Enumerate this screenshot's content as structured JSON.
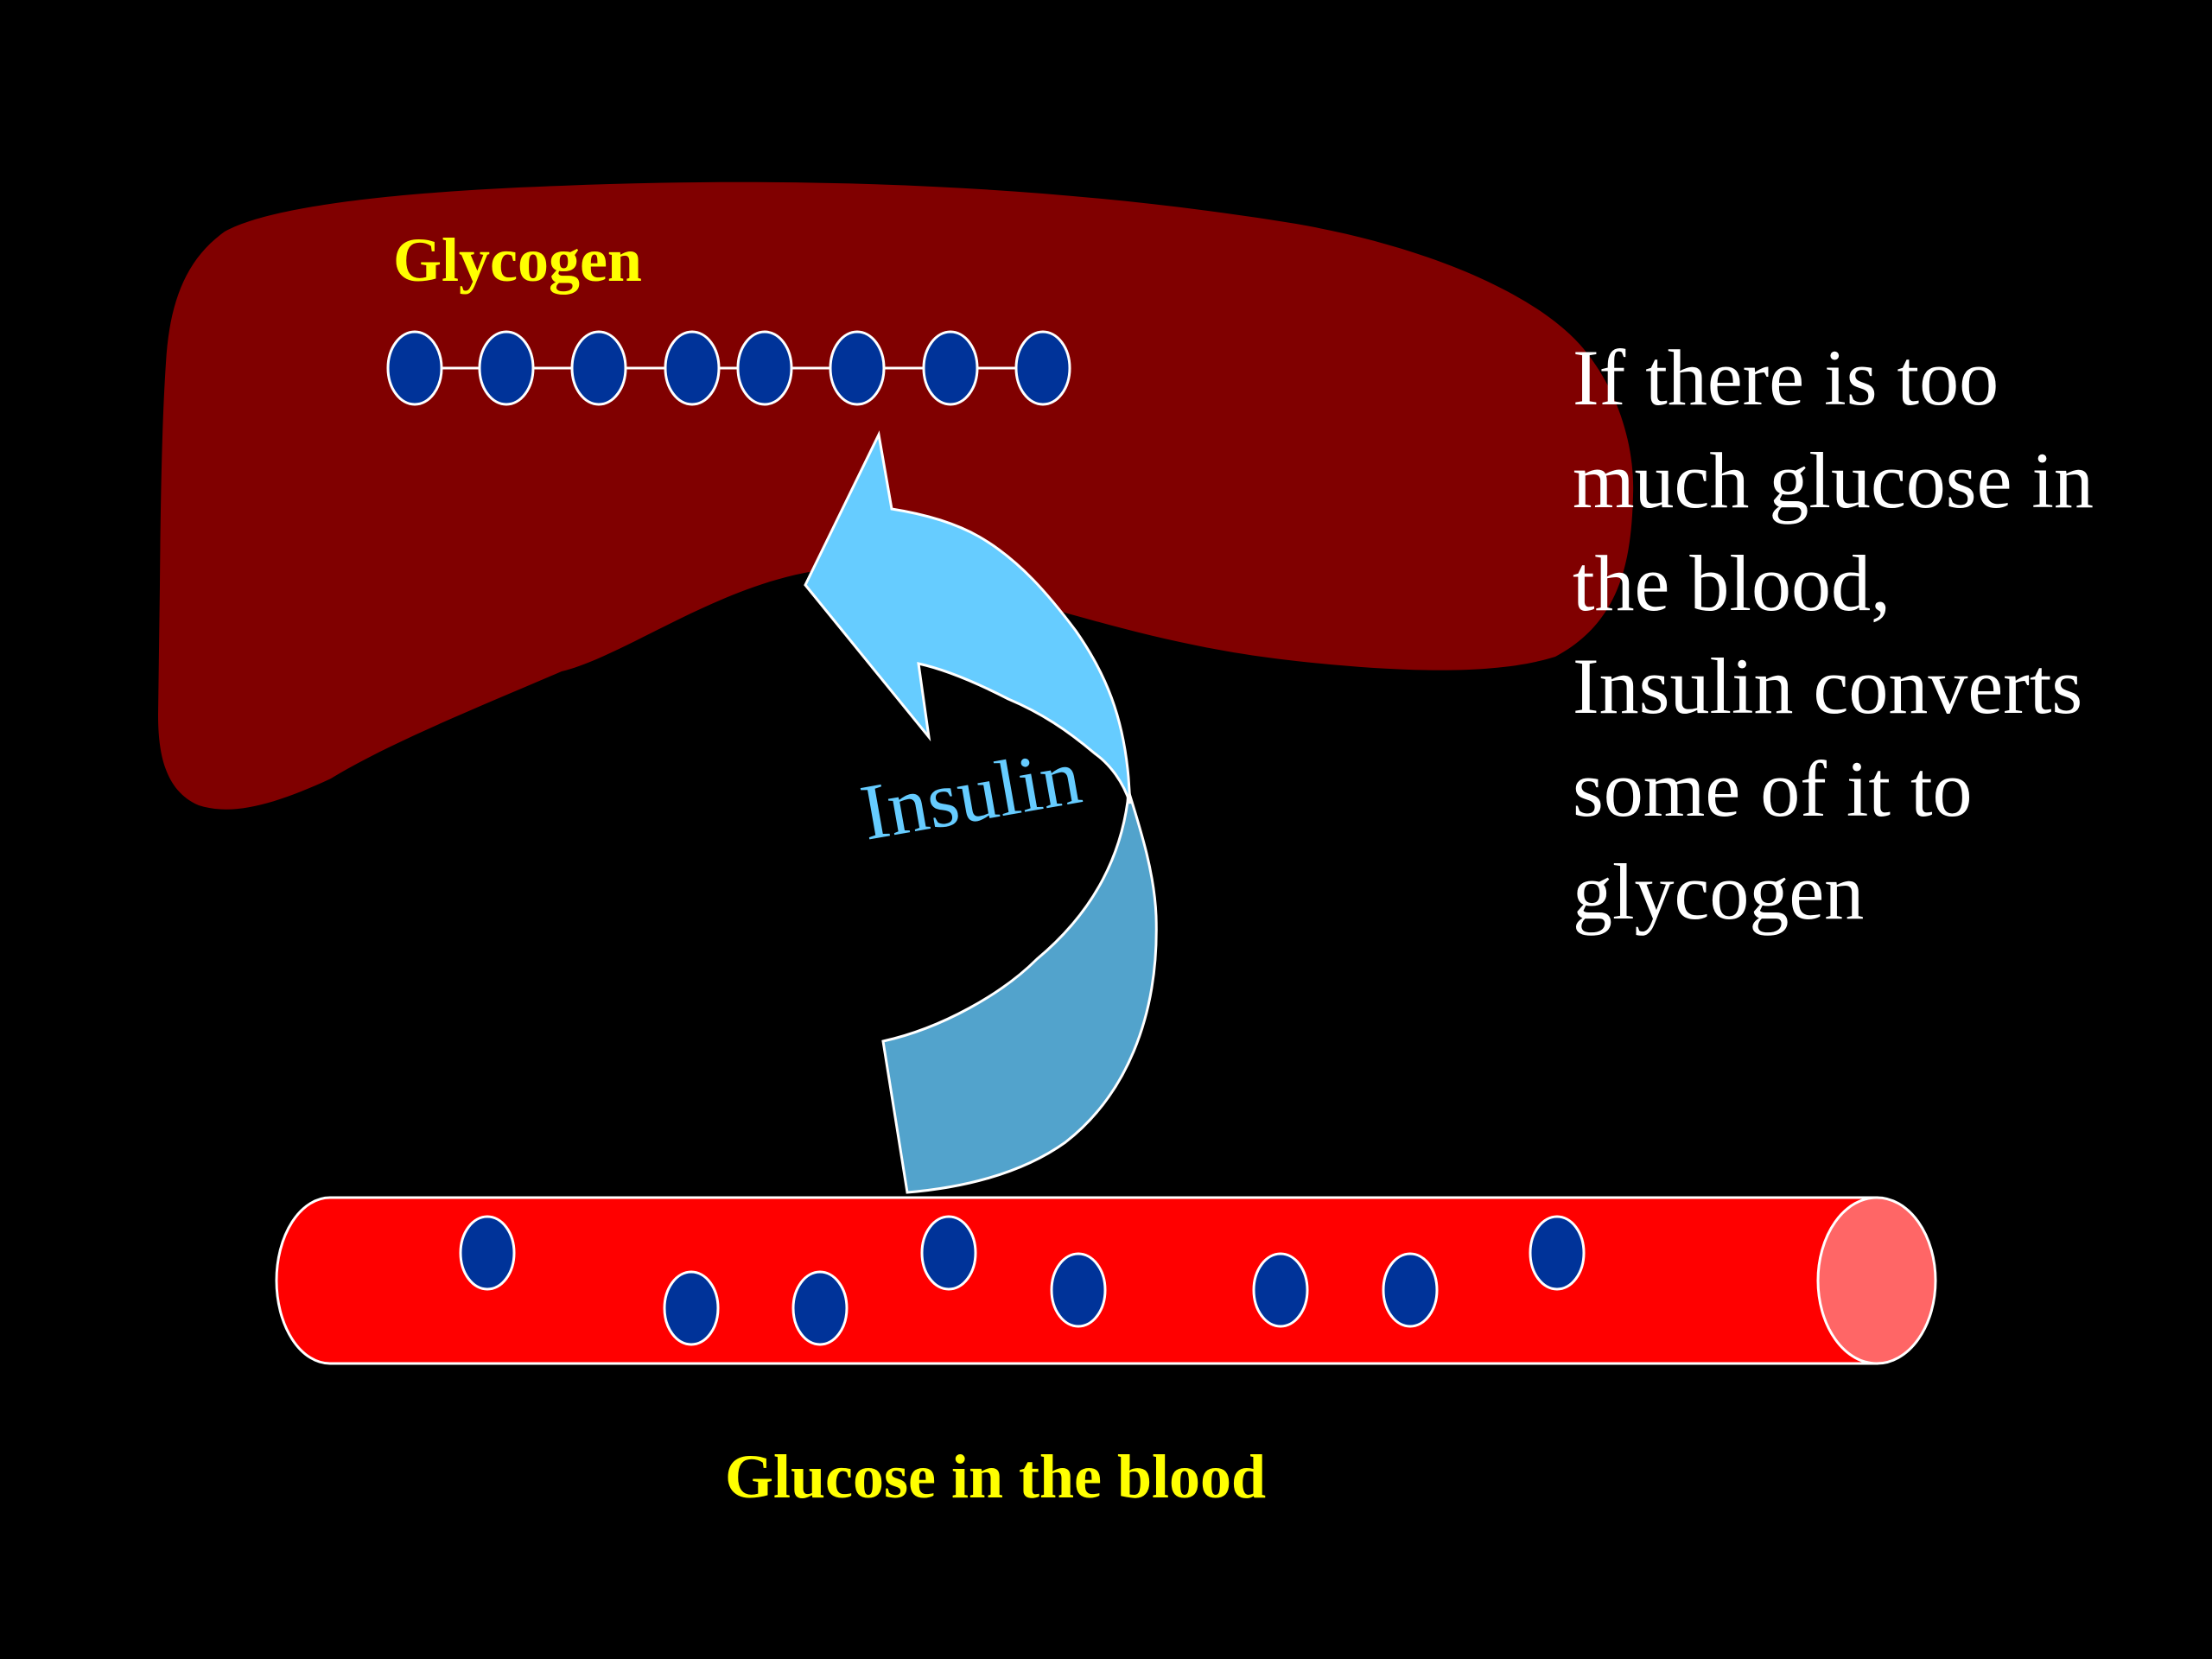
{
  "slide": {
    "background_color": "#000000"
  },
  "liver": {
    "label": "Glycogen",
    "fill_color": "#800000",
    "label_color": "#FFFF00",
    "glycogen_chain": {
      "unit_count": 8,
      "unit_fill": "#003399",
      "unit_stroke": "#FFFFFF",
      "link_color": "#FFFFFF"
    }
  },
  "insulin_arrow": {
    "label": "Insulin",
    "front_color": "#66CCFF",
    "back_color": "#52A3CC",
    "label_color": "#66CCFF",
    "direction": "from blood vessel up to glycogen"
  },
  "blood_vessel": {
    "label": "Glucose in the blood",
    "label_color": "#FFFF00",
    "fill_color": "#FF0000",
    "end_cap_color": "#FF6666",
    "glucose_count": 8,
    "glucose_fill": "#003399"
  },
  "explanation": {
    "lines": [
      "If  there is too",
      "much glucose in",
      "the blood,",
      "Insulin converts",
      "some of  it to",
      "glycogen"
    ],
    "text_color": "#FFFFFF"
  }
}
